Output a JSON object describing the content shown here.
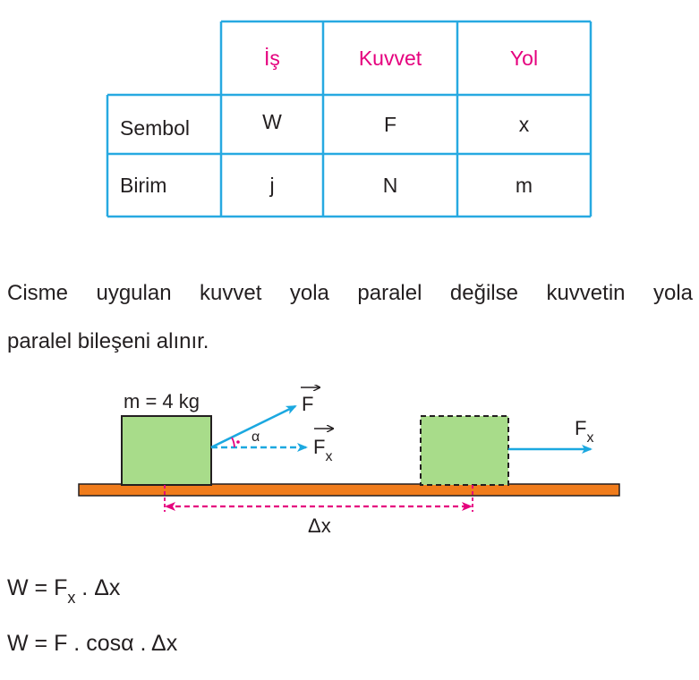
{
  "table": {
    "headers": [
      "İş",
      "Kuvvet",
      "Yol"
    ],
    "rows": [
      {
        "label": "Sembol",
        "values": [
          "W",
          "F",
          "x"
        ]
      },
      {
        "label": "Birim",
        "values": [
          "j",
          "N",
          "m"
        ]
      }
    ]
  },
  "paragraph": {
    "line1": "Cisme uygulan kuvvet yola paralel değilse kuvvetin yola",
    "line2": "paralel bileşeni alınır."
  },
  "diagram": {
    "mass_label": "m = 4 kg",
    "force_label": "F",
    "force_component_label": "F",
    "force_component_sub": "x",
    "angle_label": "α",
    "right_force_label": "F",
    "right_force_sub": "x",
    "displacement_label": "Δx",
    "colors": {
      "block": "#a8dc8a",
      "ground": "#f07c1c",
      "arrow": "#1ba8e0",
      "displacement": "#e5007e",
      "table_border": "#27a9e1",
      "header_text": "#e5007e"
    }
  },
  "formulas": {
    "f1_left": "W = F",
    "f1_sub": "x",
    "f1_right": " . Δx",
    "f2": "W = F . cosα . Δx"
  }
}
